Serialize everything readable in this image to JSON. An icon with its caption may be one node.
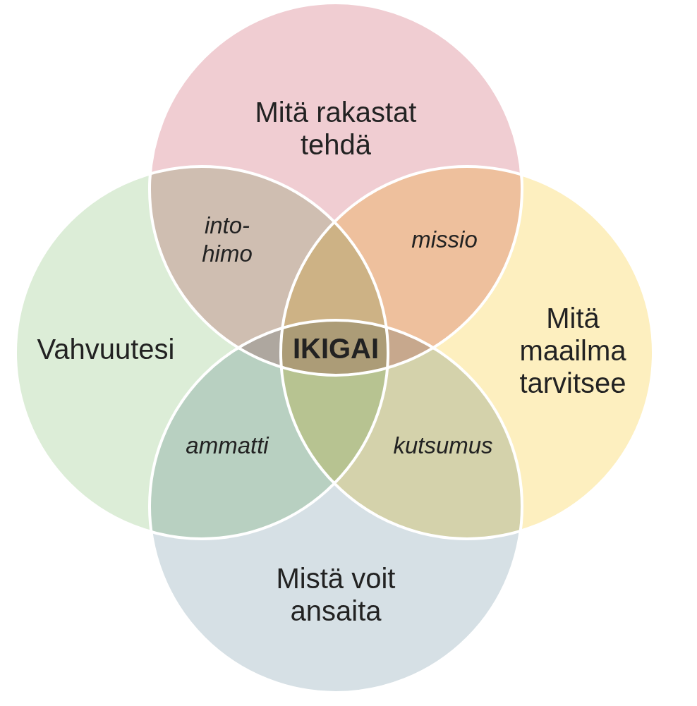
{
  "diagram": {
    "nodes": [
      {
        "text": [
          "Mitä rakastat tehdä"
        ]
      },
      {
        "text": [
          "Vahvuutesi"
        ]
      },
      {
        "text": [
          "Mitä maailma tarvitsee"
        ]
      },
      {
        "text": [
          "Mistä voit ansaita"
        ]
      }
    ],
    "labels": [
      "into- himo",
      "missio",
      "IKIGAI",
      "ammatti",
      "kutsumus"
    ]
  }
}
